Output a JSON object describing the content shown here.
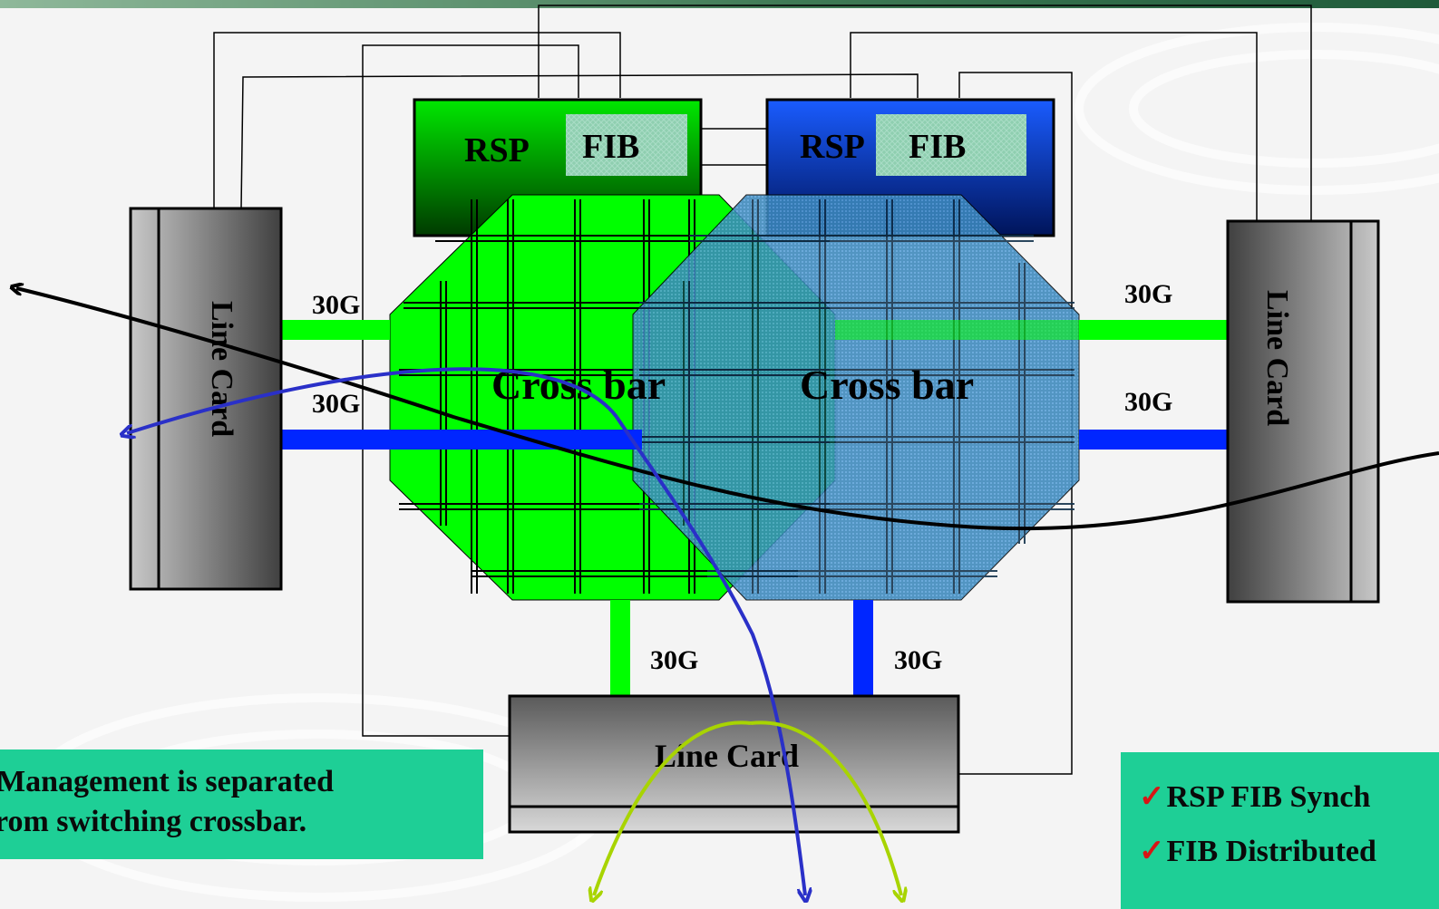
{
  "rsp_green": {
    "rsp_label": "RSP",
    "fib_label": "FIB"
  },
  "rsp_blue": {
    "rsp_label": "RSP",
    "fib_label": "FIB"
  },
  "crossbar_green_label": "Cross bar",
  "crossbar_blue_label": "Cross bar",
  "line_cards": {
    "left": "Line Card",
    "right": "Line Card",
    "bottom": "Line Card"
  },
  "links": {
    "left_top": "30G",
    "left_bottom": "30G",
    "right_top": "30G",
    "right_bottom": "30G",
    "bottom_left": "30G",
    "bottom_right": "30G"
  },
  "notes": {
    "left_line1": "Management is separated",
    "left_line2": "rom switching crossbar.",
    "right_line1": "RSP FIB Synch",
    "right_line2": "FIB Distributed",
    "check_mark": "✓"
  },
  "colors": {
    "green": "#00ff00",
    "blue": "#0050ff",
    "crossbar_blue": "#3a86b8",
    "note_bg": "#1ecf96",
    "fib_box": "#8fcfb0",
    "flow_blue": "#2a30c8",
    "flow_yellowgreen": "#a8d400"
  }
}
